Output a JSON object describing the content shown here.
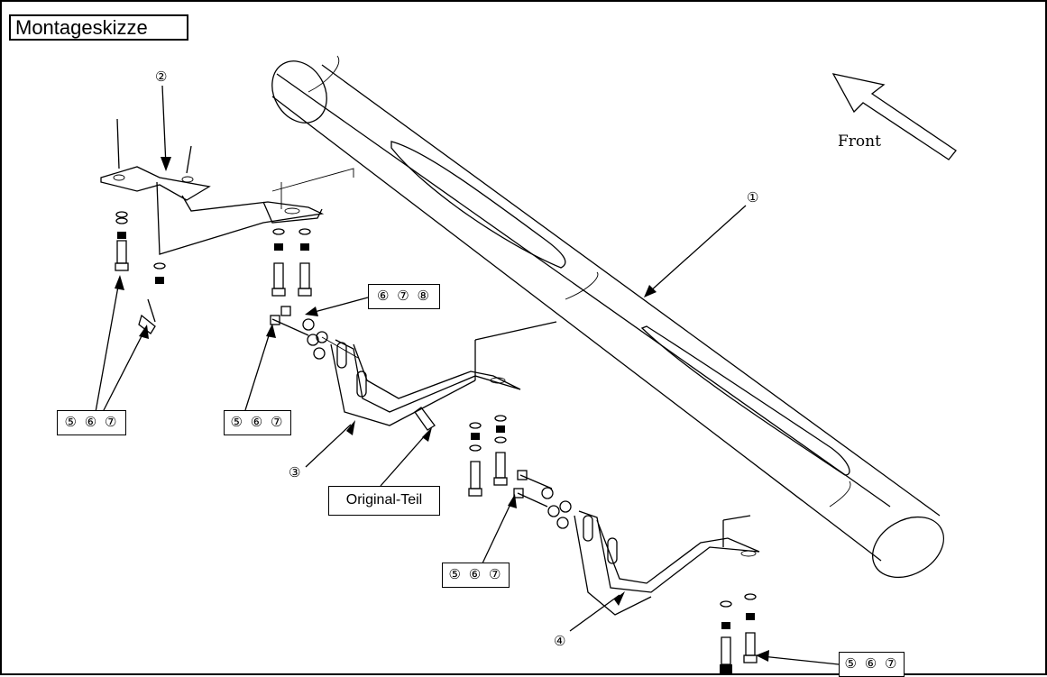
{
  "title": "Montageskizze",
  "direction_label": "Front",
  "part_numbers": {
    "bar": "①",
    "bracket_front": "②",
    "bracket_middle": "③",
    "bracket_rear": "④"
  },
  "callouts": {
    "front_left_bolts": "⑤ ⑥ ⑦",
    "middle_upper_nuts": "⑥ ⑦ ⑧",
    "middle_side_bolts": "⑤ ⑥ ⑦",
    "rear_side_bolts": "⑤ ⑥ ⑦",
    "rear_bottom_bolts": "⑤ ⑥ ⑦"
  },
  "original_part_label": "Original-Teil"
}
